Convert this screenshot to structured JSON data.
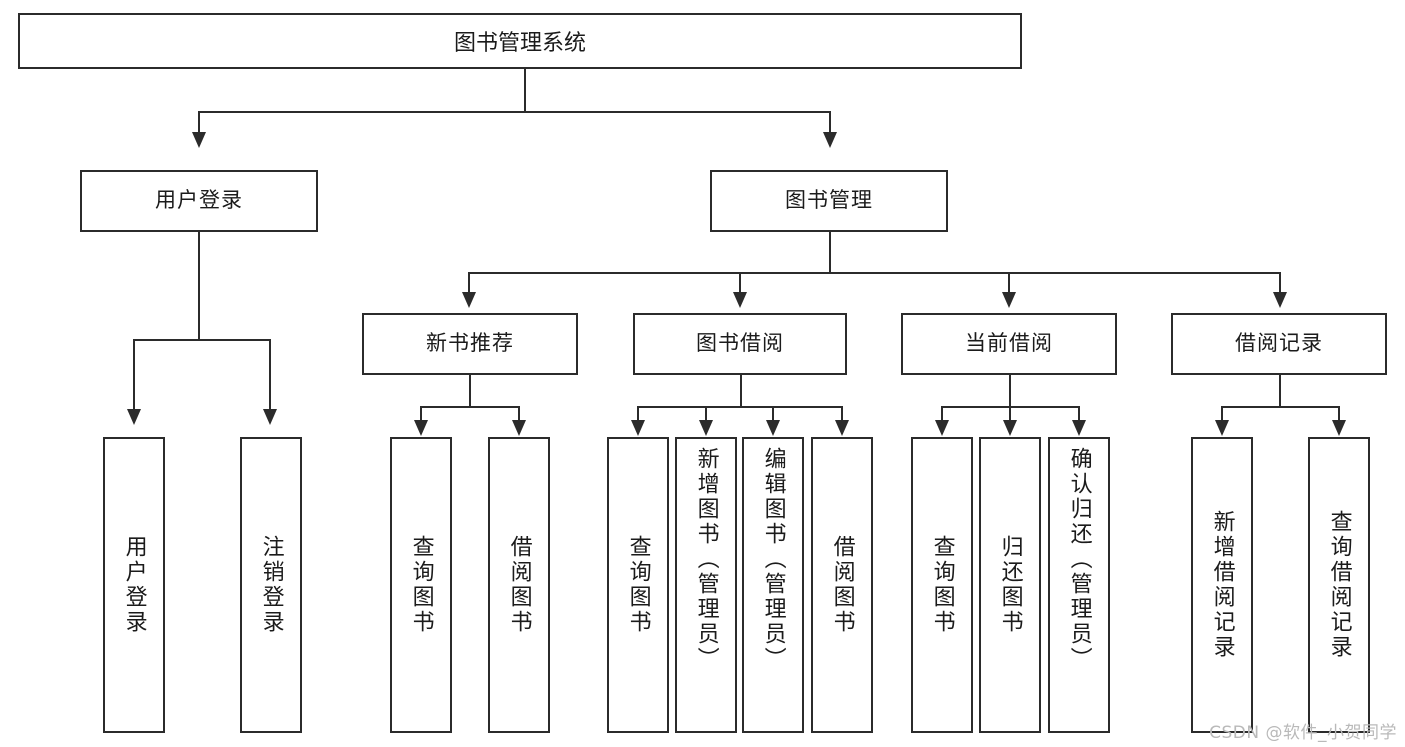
{
  "diagram": {
    "title": "图书管理系统",
    "type": "tree",
    "watermark": "CSDN @软件_小贺同学",
    "nodes": {
      "root": {
        "label": "图书管理系统"
      },
      "level1": [
        {
          "label": "用户登录"
        },
        {
          "label": "图书管理"
        }
      ],
      "level2": [
        {
          "label": "新书推荐"
        },
        {
          "label": "图书借阅"
        },
        {
          "label": "当前借阅"
        },
        {
          "label": "借阅记录"
        }
      ],
      "leaves": {
        "user_login": [
          {
            "label": "用户登录"
          },
          {
            "label": "注销登录"
          }
        ],
        "new_book_recommend": [
          {
            "label": "查询图书"
          },
          {
            "label": "借阅图书"
          }
        ],
        "book_borrow": [
          {
            "label": "查询图书"
          },
          {
            "label": "新增图书（管理员）"
          },
          {
            "label": "编辑图书（管理员）"
          },
          {
            "label": "借阅图书"
          }
        ],
        "current_borrow": [
          {
            "label": "查询图书"
          },
          {
            "label": "归还图书"
          },
          {
            "label": "确认归还（管理员）"
          }
        ],
        "borrow_records": [
          {
            "label": "新增借阅记录"
          },
          {
            "label": "查询借阅记录"
          }
        ]
      }
    },
    "colors": {
      "stroke": "#2b2b2b",
      "fill": "#ffffff",
      "text": "#1b1b1b",
      "watermark": "#b9b9b9"
    }
  }
}
